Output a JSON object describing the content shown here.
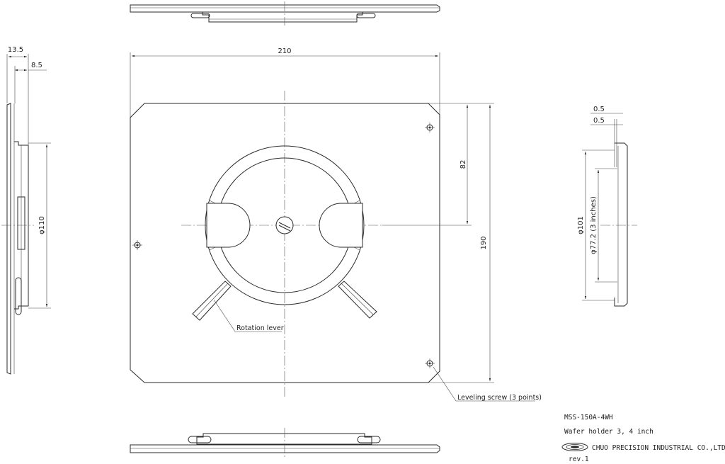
{
  "dimensions": {
    "width_total": "210",
    "height_total": "190",
    "offset_82": "82",
    "side_13_5": "13.5",
    "side_8_5": "8.5",
    "dia_110": "φ110",
    "thin_0_5_a": "0.5",
    "thin_0_5_b": "0.5",
    "dia_101": "φ101",
    "dia_77_2": "φ77.2 (3 inches)"
  },
  "labels": {
    "rotation_lever": "Rotation lever",
    "leveling_screw": "Leveling screw (3 points)"
  },
  "title_block": {
    "model": "MSS-150A-4WH",
    "description": "Wafer holder 3, 4 inch",
    "company": "CHUO PRECISION INDUSTRIAL CO.,LTD.",
    "revision": "rev.1"
  }
}
